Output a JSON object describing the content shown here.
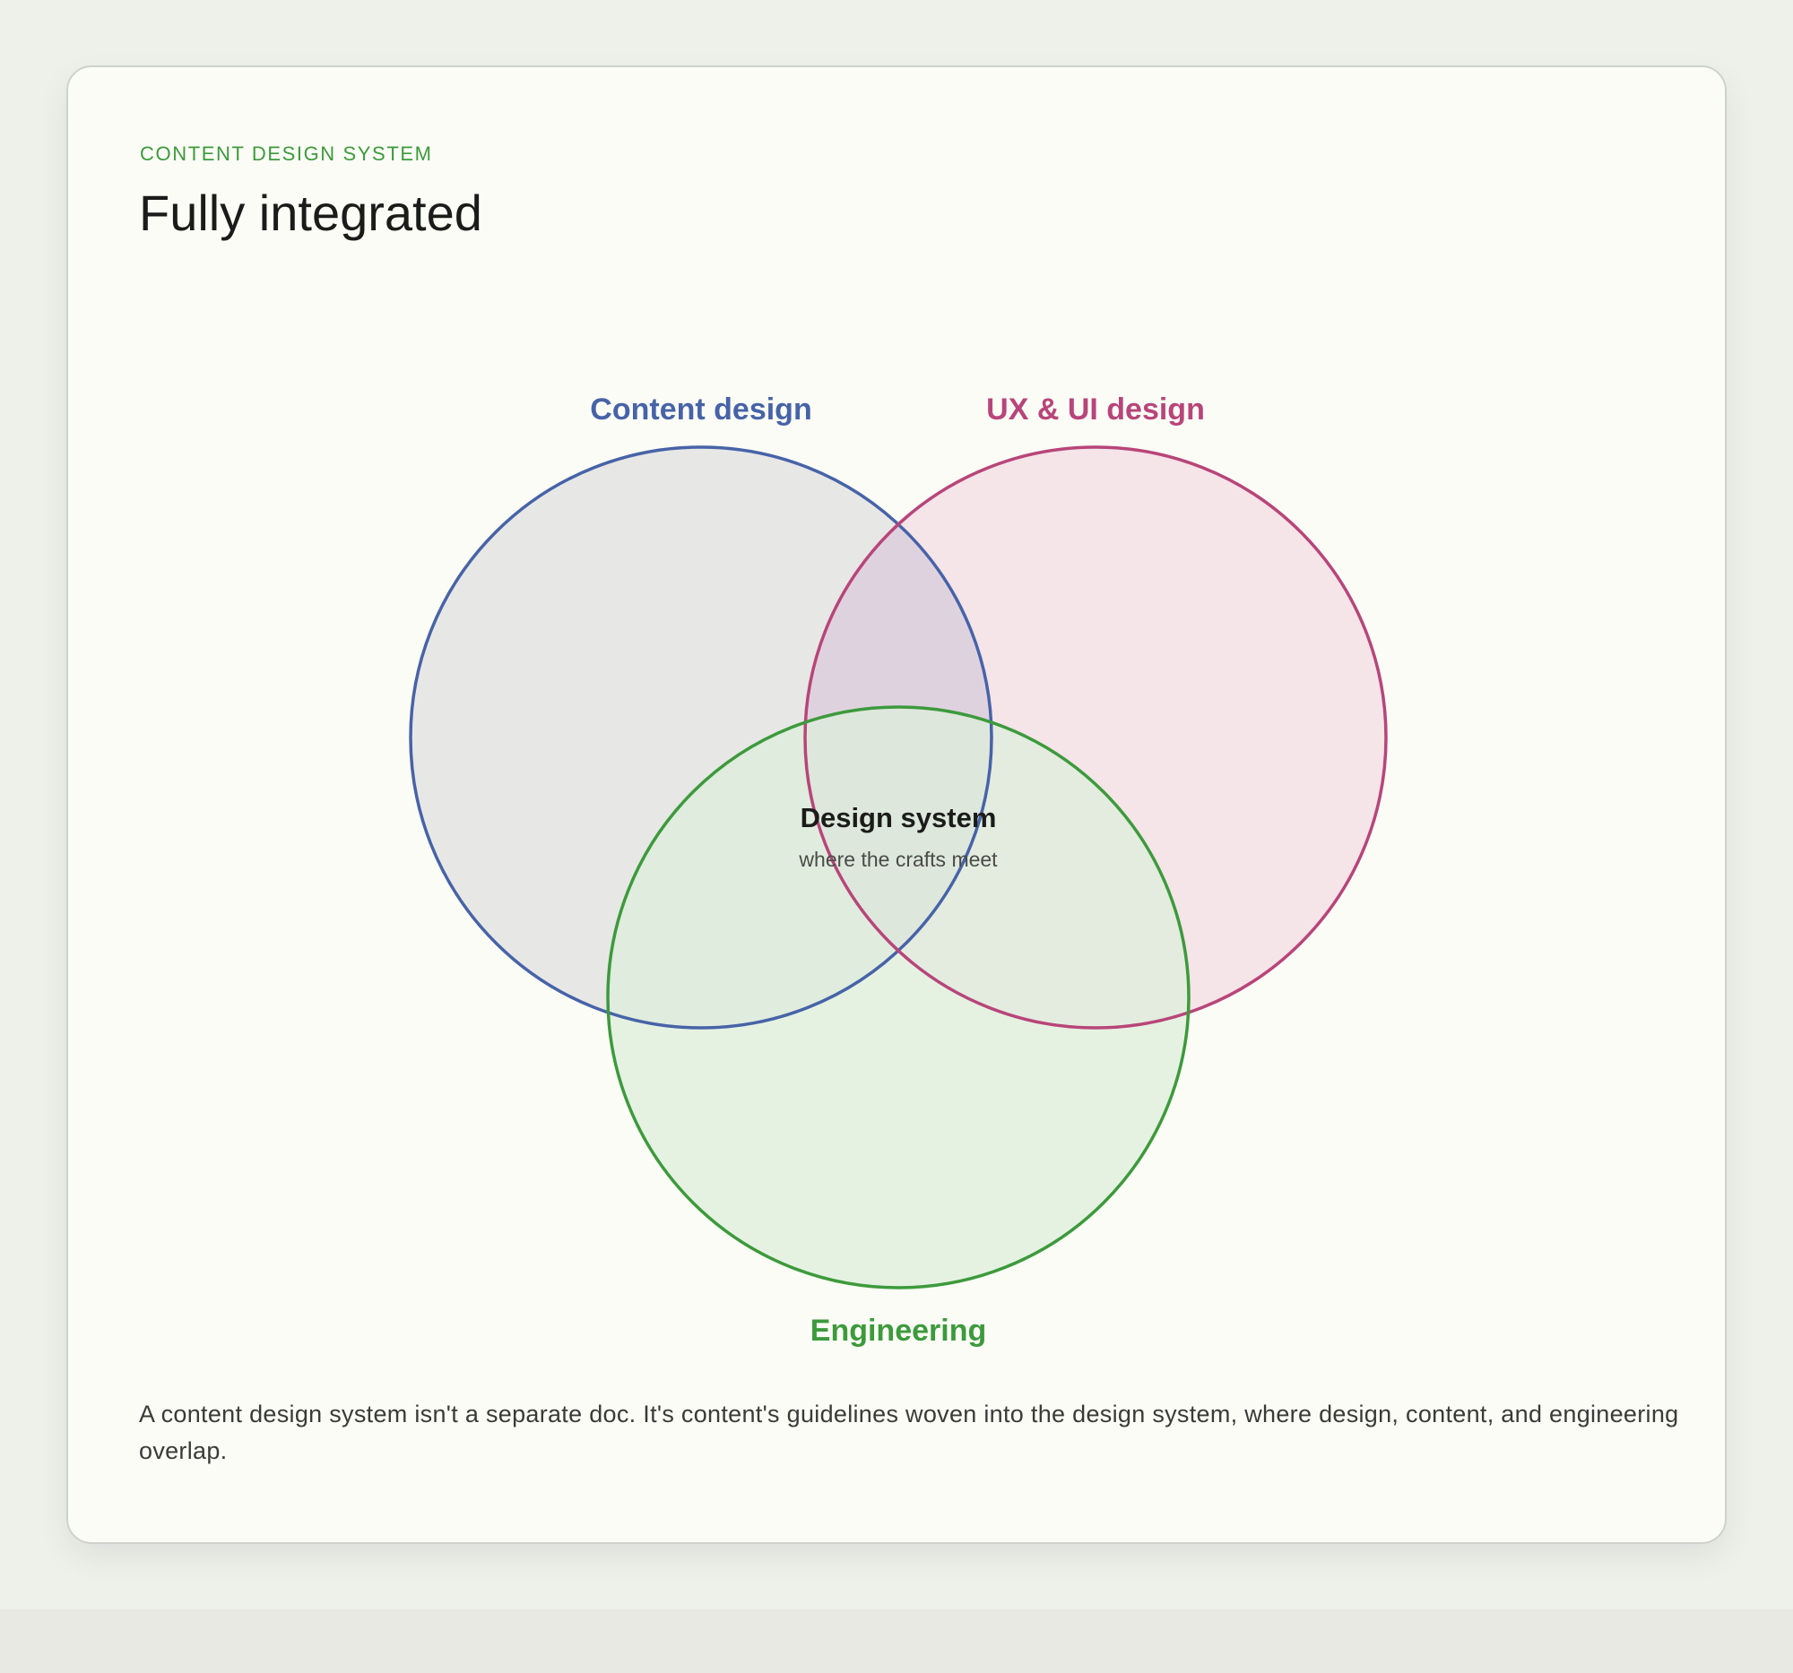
{
  "eyebrow": "CONTENT DESIGN SYSTEM",
  "title": "Fully integrated",
  "venn": {
    "sets": [
      {
        "label": "Content design",
        "color": "#4763a8",
        "fill": "#e7e7e5"
      },
      {
        "label": "UX & UI design",
        "color": "#b8457a",
        "fill": "#f5e4e8"
      },
      {
        "label": "Engineering",
        "color": "#3d9a3c",
        "fill": "#dcefdb"
      }
    ],
    "center": {
      "title": "Design system",
      "subtitle": "where the crafts meet"
    }
  },
  "description": "A content design system isn't a separate doc. It's content's guidelines woven into the design system, where design, content, and engineering overlap."
}
